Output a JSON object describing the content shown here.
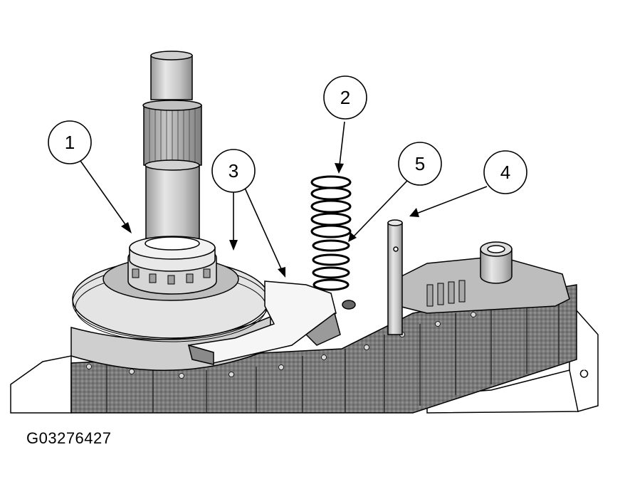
{
  "figure": {
    "id": "G03276427",
    "callouts": [
      {
        "label": "1"
      },
      {
        "label": "2"
      },
      {
        "label": "3"
      },
      {
        "label": "4"
      },
      {
        "label": "5"
      }
    ]
  }
}
